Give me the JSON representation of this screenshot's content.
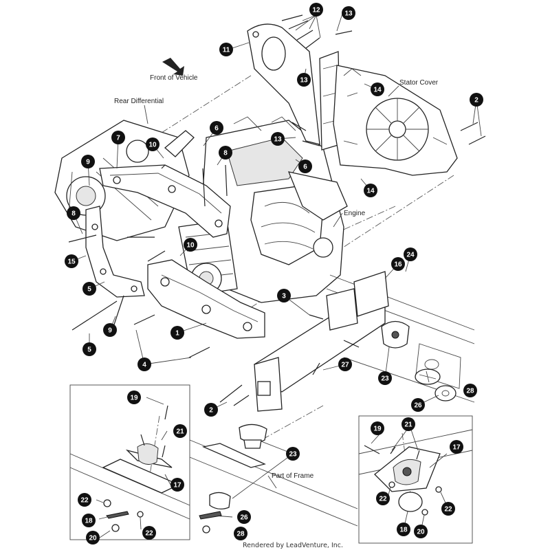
{
  "labels": {
    "front_of_vehicle": "Front of Vehicle",
    "rear_differential": "Rear Differential",
    "stator_cover": "Stator Cover",
    "engine": "Engine",
    "part_of_frame": "Part of Frame",
    "credit": "Rendered by LeadVenture, Inc."
  },
  "callouts": [
    {
      "id": "c12",
      "n": "12"
    },
    {
      "id": "c13a",
      "n": "13"
    },
    {
      "id": "c11",
      "n": "11"
    },
    {
      "id": "c13b",
      "n": "13"
    },
    {
      "id": "c14a",
      "n": "14"
    },
    {
      "id": "c2a",
      "n": "2"
    },
    {
      "id": "c6a",
      "n": "6"
    },
    {
      "id": "c7",
      "n": "7"
    },
    {
      "id": "c10a",
      "n": "10"
    },
    {
      "id": "c13c",
      "n": "13"
    },
    {
      "id": "c9a",
      "n": "9"
    },
    {
      "id": "c8a",
      "n": "8"
    },
    {
      "id": "c6b",
      "n": "6"
    },
    {
      "id": "c14b",
      "n": "14"
    },
    {
      "id": "c8b",
      "n": "8"
    },
    {
      "id": "c10b",
      "n": "10"
    },
    {
      "id": "c15",
      "n": "15"
    },
    {
      "id": "c24",
      "n": "24"
    },
    {
      "id": "c16",
      "n": "16"
    },
    {
      "id": "c5a",
      "n": "5"
    },
    {
      "id": "c3",
      "n": "3"
    },
    {
      "id": "c9b",
      "n": "9"
    },
    {
      "id": "c1",
      "n": "1"
    },
    {
      "id": "c5b",
      "n": "5"
    },
    {
      "id": "c4",
      "n": "4"
    },
    {
      "id": "c27",
      "n": "27"
    },
    {
      "id": "c23a",
      "n": "23"
    },
    {
      "id": "c28a",
      "n": "28"
    },
    {
      "id": "c26a",
      "n": "26"
    },
    {
      "id": "c2b",
      "n": "2"
    },
    {
      "id": "c19a",
      "n": "19"
    },
    {
      "id": "c21a",
      "n": "21"
    },
    {
      "id": "c17a",
      "n": "17"
    },
    {
      "id": "c22a",
      "n": "22"
    },
    {
      "id": "c18a",
      "n": "18"
    },
    {
      "id": "c20a",
      "n": "20"
    },
    {
      "id": "c22b",
      "n": "22"
    },
    {
      "id": "c23b",
      "n": "23"
    },
    {
      "id": "c26b",
      "n": "26"
    },
    {
      "id": "c28b",
      "n": "28"
    },
    {
      "id": "c19b",
      "n": "19"
    },
    {
      "id": "c21b",
      "n": "21"
    },
    {
      "id": "c17b",
      "n": "17"
    },
    {
      "id": "c22c",
      "n": "22"
    },
    {
      "id": "c22d",
      "n": "22"
    },
    {
      "id": "c18b",
      "n": "18"
    },
    {
      "id": "c20b",
      "n": "20"
    }
  ]
}
